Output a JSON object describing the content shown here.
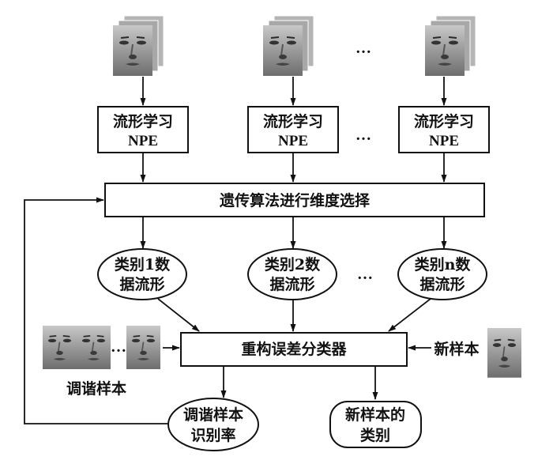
{
  "diagram": {
    "ellipsis": "…",
    "face_stacks": [
      {
        "label": "face-stack-class-1"
      },
      {
        "label": "face-stack-class-2"
      },
      {
        "label": "face-stack-class-n"
      }
    ],
    "npe_boxes": [
      {
        "line1": "流形学习",
        "line2": "NPE"
      },
      {
        "line1": "流形学习",
        "line2": "NPE"
      },
      {
        "line1": "流形学习",
        "line2": "NPE"
      }
    ],
    "ga_box": {
      "label": "遗传算法进行维度选择"
    },
    "manifolds": [
      {
        "line1": "类别1数",
        "line2": "据流形"
      },
      {
        "line1": "类别2数",
        "line2": "据流形"
      },
      {
        "line1": "类别n数",
        "line2": "据流形"
      }
    ],
    "classifier_box": {
      "label": "重构误差分类器"
    },
    "tuning_samples": {
      "label": "调谐样本"
    },
    "new_sample": {
      "label": "新样本"
    },
    "tuning_rate": {
      "line1": "调谐样本",
      "line2": "识别率"
    },
    "new_class": {
      "line1": "新样本的",
      "line2": "类别"
    }
  }
}
